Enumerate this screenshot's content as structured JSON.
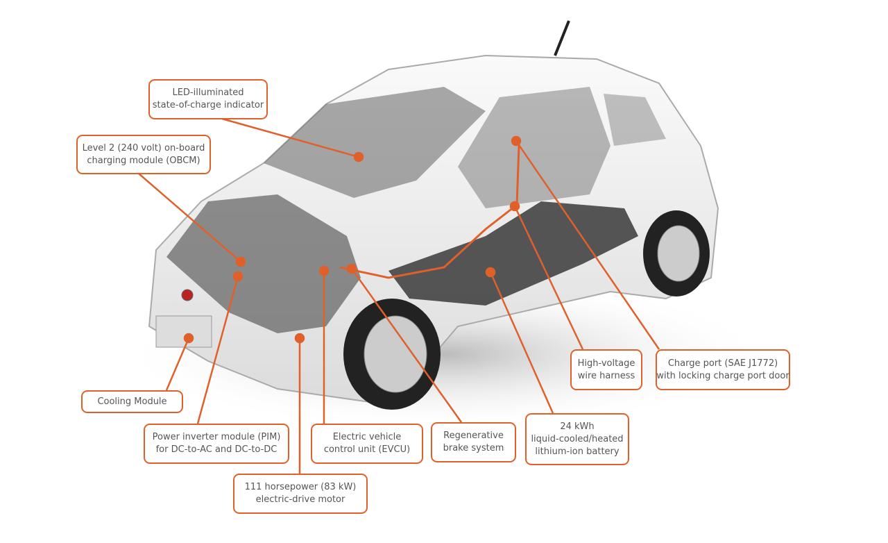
{
  "accent_color": "#e0602a",
  "callouts": [
    {
      "id": "led-indicator",
      "lines": [
        "LED-illuminated",
        "state-of-charge indicator"
      ]
    },
    {
      "id": "obcm",
      "lines": [
        "Level 2 (240 volt) on-board",
        "charging module (OBCM)"
      ]
    },
    {
      "id": "cooling-module",
      "lines": [
        "Cooling Module"
      ]
    },
    {
      "id": "pim",
      "lines": [
        "Power inverter module (PIM)",
        "for DC-to-AC and DC-to-DC"
      ]
    },
    {
      "id": "motor",
      "lines": [
        "111 horsepower (83 kW)",
        "electric-drive motor"
      ]
    },
    {
      "id": "evcu",
      "lines": [
        "Electric vehicle",
        "control unit (EVCU)"
      ]
    },
    {
      "id": "regen-brake",
      "lines": [
        "Regenerative",
        "brake system"
      ]
    },
    {
      "id": "battery",
      "lines": [
        "24 kWh",
        "liquid-cooled/heated",
        "lithium-ion battery"
      ]
    },
    {
      "id": "hv-harness",
      "lines": [
        "High-voltage",
        "wire harness"
      ]
    },
    {
      "id": "charge-port",
      "lines": [
        "Charge port (SAE J1772)",
        "with locking charge port door"
      ]
    }
  ]
}
